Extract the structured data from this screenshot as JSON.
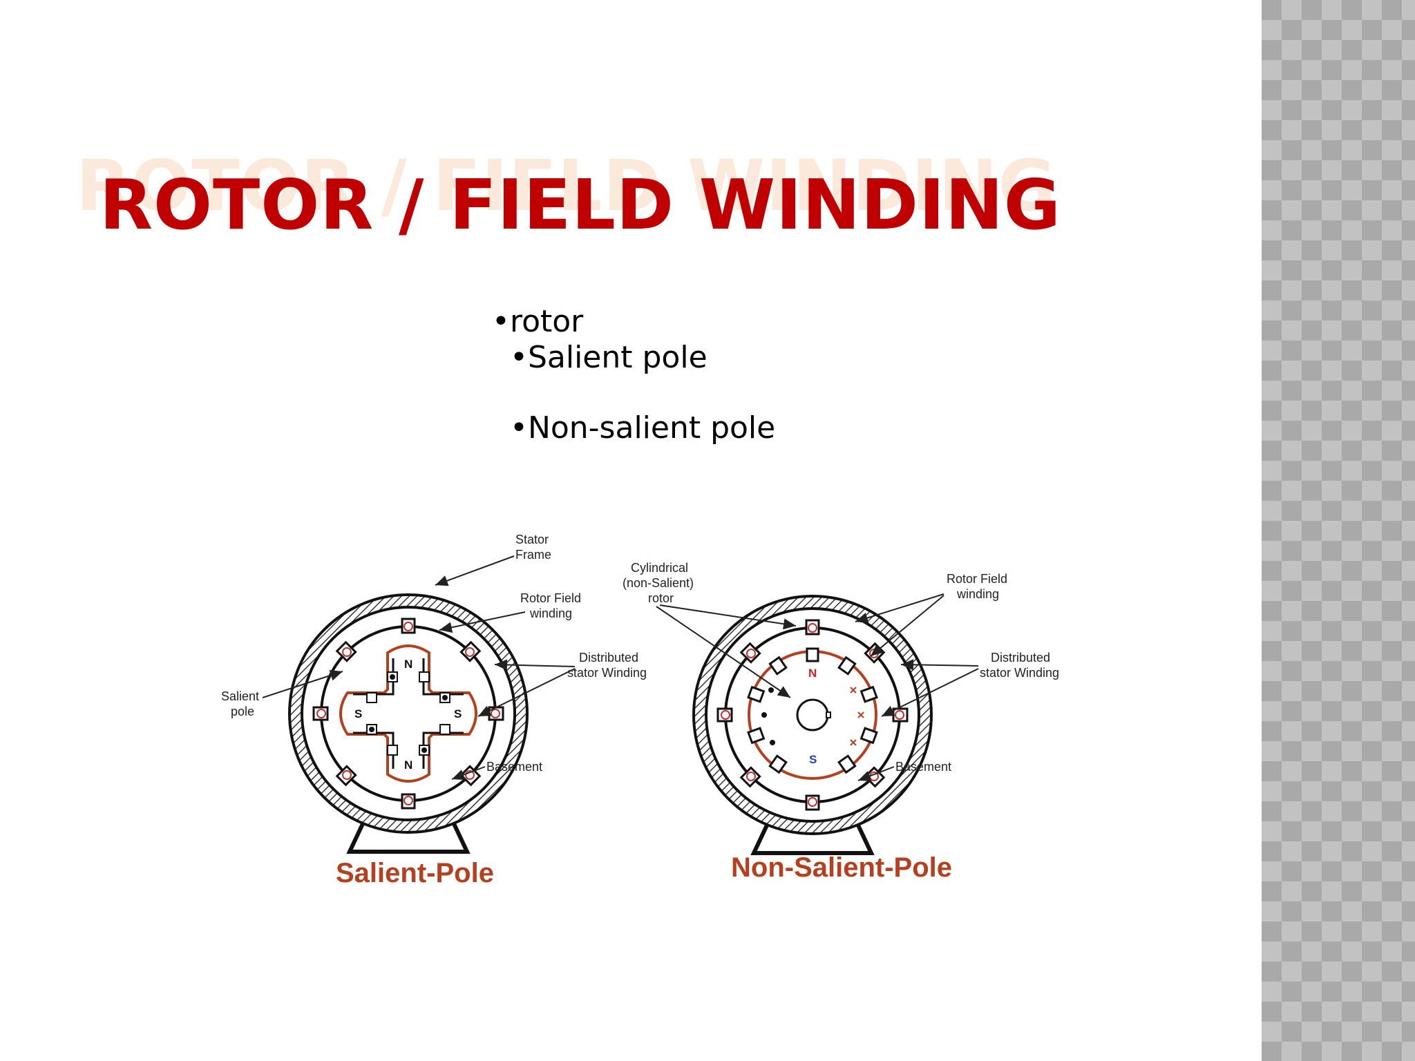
{
  "slide": {
    "title": "ROTOR / FIELD WINDING",
    "bullets": [
      "rotor",
      "Salient pole",
      "Non-salient pole"
    ],
    "bullet_glyph": "•"
  },
  "diagram": {
    "left": {
      "caption": "Salient-Pole",
      "labels": {
        "stator_frame": [
          "Stator",
          "Frame"
        ],
        "rotor_field_winding": [
          "Rotor Field",
          "winding"
        ],
        "distributed_stator": [
          "Distributed",
          "stator Winding"
        ],
        "salient_pole": [
          "Salient",
          "pole"
        ],
        "basement": "Basement"
      },
      "poles": {
        "n": "N",
        "s": "S"
      }
    },
    "right": {
      "caption": "Non-Salient-Pole",
      "labels": {
        "cylindrical": [
          "Cylindrical",
          "(non-Salient)",
          "rotor"
        ],
        "rotor_field_winding": [
          "Rotor Field",
          "winding"
        ],
        "distributed_stator": [
          "Distributed",
          "stator Winding"
        ],
        "basement": "Basement"
      },
      "poles": {
        "n": "N",
        "s": "S"
      }
    }
  },
  "colors": {
    "title": "#c00000",
    "caption": "#b5401f",
    "winding": "#b5401f",
    "north": "#d42020",
    "south": "#2040c0",
    "band": "#a9a9a9"
  }
}
